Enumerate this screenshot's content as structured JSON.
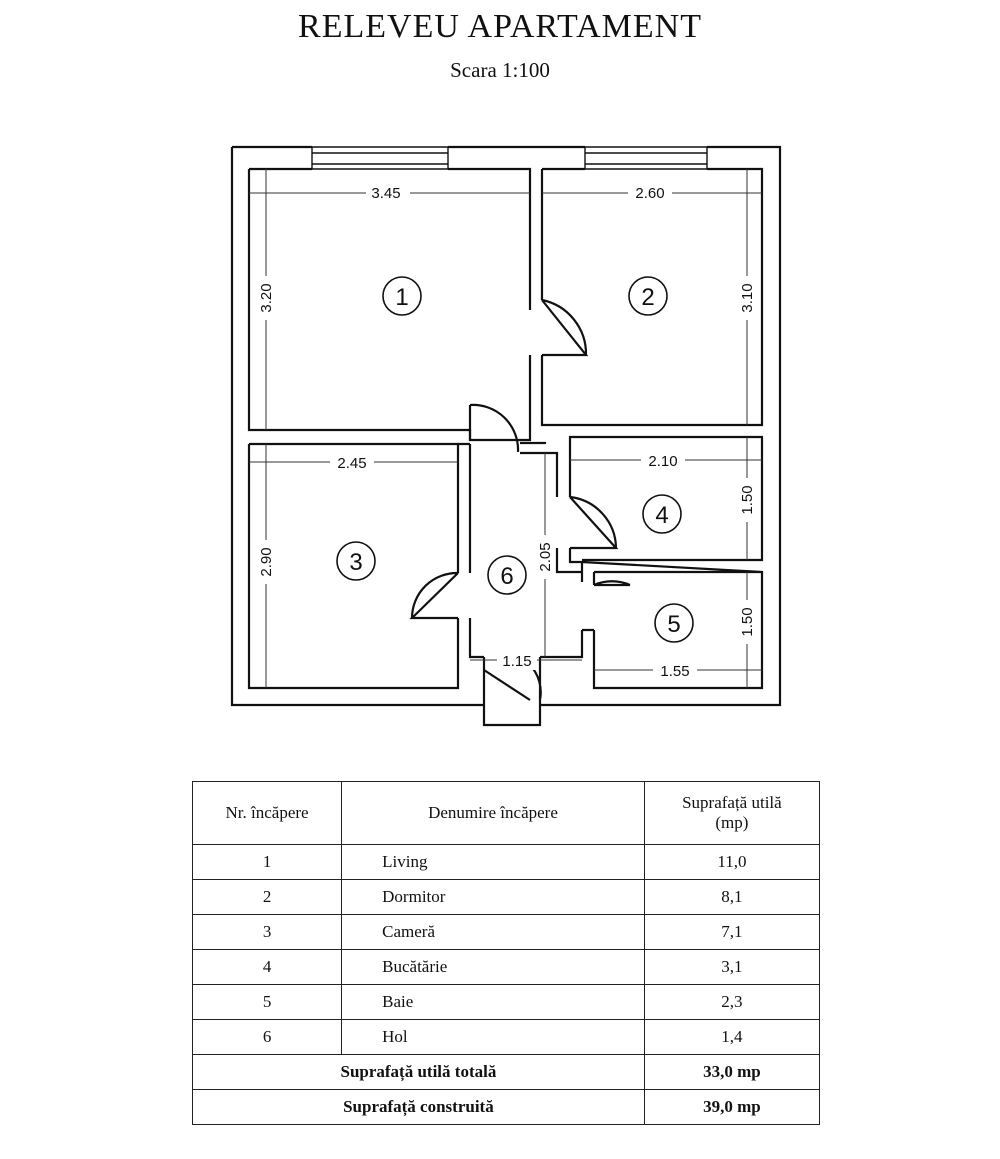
{
  "header": {
    "title": "RELEVEU APARTAMENT",
    "scale": "Scara 1:100"
  },
  "plan": {
    "dimensions": {
      "d1_width": "3.45",
      "d1_height": "3.20",
      "d2_width": "2.60",
      "d2_height": "3.10",
      "d3_width": "2.45",
      "d3_height": "2.90",
      "d4_width": "2.10",
      "d4_height": "1.50",
      "d5_width": "1.55",
      "d5_height": "1.50",
      "d6_height": "2.05",
      "d6_width": "1.15"
    },
    "room_numbers": [
      "1",
      "2",
      "3",
      "4",
      "5",
      "6"
    ]
  },
  "table": {
    "headers": {
      "nr": "Nr. încăpere",
      "name": "Denumire încăpere",
      "area": "Suprafață utilă",
      "area_unit": "(mp)"
    },
    "rows": [
      {
        "nr": "1",
        "name": "Living",
        "area": "11,0"
      },
      {
        "nr": "2",
        "name": "Dormitor",
        "area": "8,1"
      },
      {
        "nr": "3",
        "name": "Cameră",
        "area": "7,1"
      },
      {
        "nr": "4",
        "name": "Bucătărie",
        "area": "3,1"
      },
      {
        "nr": "5",
        "name": "Baie",
        "area": "2,3"
      },
      {
        "nr": "6",
        "name": "Hol",
        "area": "1,4"
      }
    ],
    "total_useful_label": "Suprafață utilă totală",
    "total_useful_value": "33,0 mp",
    "built_label": "Suprafață construită",
    "built_value": "39,0 mp"
  }
}
